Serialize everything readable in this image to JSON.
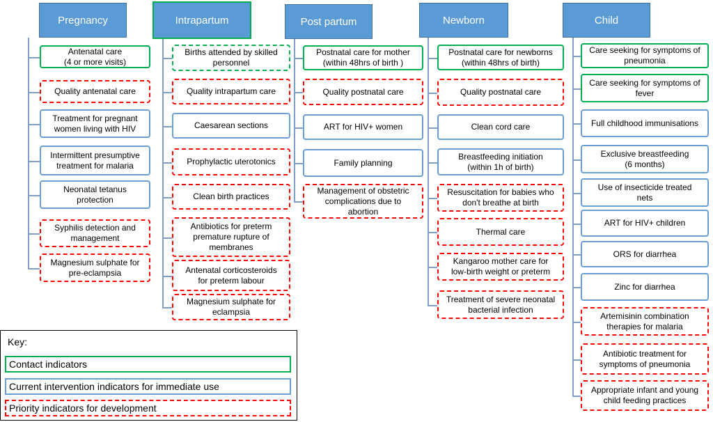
{
  "columns": [
    {
      "title": "Pregnancy",
      "items": [
        {
          "text": "Antenatal care\n(4 or more visits)",
          "type": "contact"
        },
        {
          "text": "Quality antenatal care",
          "type": "priority"
        },
        {
          "text": "Treatment for pregnant\nwomen living with HIV",
          "type": "current"
        },
        {
          "text": "Intermittent presumptive\ntreatment for malaria",
          "type": "current"
        },
        {
          "text": "Neonatal tetanus\nprotection",
          "type": "current"
        },
        {
          "text": "Syphilis detection and\nmanagement",
          "type": "priority"
        },
        {
          "text": "Magnesium sulphate for\npre-eclampsia",
          "type": "priority"
        }
      ]
    },
    {
      "title": "Intrapartum",
      "items": [
        {
          "text": "Births attended by skilled\npersonnel",
          "type": "contact-dash"
        },
        {
          "text": "Quality intrapartum care",
          "type": "priority"
        },
        {
          "text": "Caesarean sections",
          "type": "current"
        },
        {
          "text": "Prophylactic uterotonics",
          "type": "priority"
        },
        {
          "text": "Clean birth practices",
          "type": "priority"
        },
        {
          "text": "Antibiotics for preterm\npremature rupture of\nmembranes",
          "type": "priority"
        },
        {
          "text": "Antenatal corticosteroids\nfor preterm labour",
          "type": "priority"
        },
        {
          "text": "Magnesium sulphate for\neclampsia",
          "type": "priority"
        }
      ]
    },
    {
      "title": "Post partum",
      "items": [
        {
          "text": "Postnatal care for mother\n(within 48hrs of birth )",
          "type": "contact"
        },
        {
          "text": "Quality postnatal care",
          "type": "priority"
        },
        {
          "text": "ART for HIV+ women",
          "type": "current"
        },
        {
          "text": "Family planning",
          "type": "current"
        },
        {
          "text": "Management of obstetric\ncomplications due to\nabortion",
          "type": "priority"
        }
      ]
    },
    {
      "title": "Newborn",
      "items": [
        {
          "text": "Postnatal care for newborns\n(within 48hrs of birth)",
          "type": "contact"
        },
        {
          "text": "Quality postnatal care",
          "type": "priority"
        },
        {
          "text": "Clean cord care",
          "type": "current"
        },
        {
          "text": "Breastfeeding initiation\n(within 1h of birth)",
          "type": "current"
        },
        {
          "text": "Resuscitation for babies who\ndon't breathe at birth",
          "type": "priority"
        },
        {
          "text": "Thermal care",
          "type": "priority"
        },
        {
          "text": "Kangaroo mother care for\nlow-birth weight or preterm",
          "type": "priority"
        },
        {
          "text": "Treatment of severe neonatal\nbacterial infection",
          "type": "priority"
        }
      ]
    },
    {
      "title": "Child",
      "items": [
        {
          "text": "Care seeking  for symptoms of\npneumonia",
          "type": "contact"
        },
        {
          "text": "Care seeking for symptoms of\nfever",
          "type": "contact"
        },
        {
          "text": "Full childhood immunisations",
          "type": "current"
        },
        {
          "text": "Exclusive breastfeeding\n(6 months)",
          "type": "current"
        },
        {
          "text": "Use of insecticide treated\nnets",
          "type": "current"
        },
        {
          "text": "ART for  HIV+ children",
          "type": "current"
        },
        {
          "text": "ORS for diarrhea",
          "type": "current"
        },
        {
          "text": "Zinc for diarrhea",
          "type": "current"
        },
        {
          "text": "Artemisinin combination\ntherapies for malaria",
          "type": "priority"
        },
        {
          "text": "Antibiotic treatment for\nsymptoms of pneumonia",
          "type": "priority"
        },
        {
          "text": "Appropriate infant and young\nchild feeding practices",
          "type": "priority"
        }
      ]
    }
  ],
  "key": {
    "title": "Key:",
    "contact": "Contact indicators",
    "current": "Current intervention indicators for immediate use",
    "priority": "Priority indicators for development"
  },
  "colors": {
    "header_fill": "#5b9bd5",
    "contact": "#00b050",
    "current": "#6a9fd3",
    "priority": "#ff0000"
  }
}
